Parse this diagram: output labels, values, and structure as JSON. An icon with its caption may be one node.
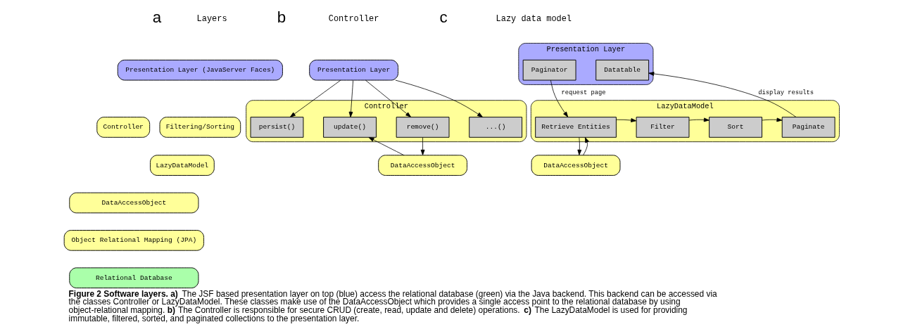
{
  "diagram": {
    "caption": "**Figure 2 Software layers.** **a)** The JSF based presentation layer on top (blue) access the relational database (green) via the Java backend. This backend can be accessed via the classes Controller or LazyDataModel. These classes make use of the DataAccessObject which provides a single access point to the relational database by using object-relational mapping. **b)** The Controller is responsible for secure CRUD (create, read, update and delete) operations. **c)** The LazyDataModel is used for providing immutable, filtered, sorted, and paginated collections to the presentation layer.",
    "nodes": [
      {
        "text": [
          "Presentation Layer (JavaServer Faces)"
        ]
      },
      {
        "text": [
          "Controller"
        ]
      },
      {
        "text": [
          "Filtering/Sorting"
        ]
      },
      {
        "text": [
          "LazyDataModel"
        ]
      },
      {
        "text": [
          "DataAccessObject"
        ]
      },
      {
        "text": [
          "Object Relational Mapping (JPA)"
        ]
      },
      {
        "text": [
          "Relational Database"
        ]
      },
      {
        "text": [
          "Presentation Layer"
        ]
      },
      {
        "text": [
          "Controller"
        ]
      },
      {
        "text": [
          "persist()"
        ],
        "in": 8
      },
      {
        "text": [
          "update()"
        ],
        "in": 8
      },
      {
        "text": [
          "remove()"
        ],
        "in": 8
      },
      {
        "text": [
          "...()"
        ],
        "in": 8
      },
      {
        "text": [
          "DataAccessObject"
        ]
      },
      {
        "text": [
          "Presentation Layer"
        ]
      },
      {
        "text": [
          "Paginator"
        ],
        "in": 14
      },
      {
        "text": [
          "Datatable"
        ],
        "in": 14
      },
      {
        "text": [
          "LazyDataModel"
        ]
      },
      {
        "text": [
          "Retrieve Entities"
        ],
        "in": 17
      },
      {
        "text": [
          "Filter"
        ],
        "in": 17
      },
      {
        "text": [
          "Sort"
        ],
        "in": 17
      },
      {
        "text": [
          "Paginate"
        ],
        "in": 17
      },
      {
        "text": [
          "DataAccessObject"
        ]
      }
    ],
    "edges": [
      {
        "from": 7,
        "to": 9,
        "arrow": "to"
      },
      {
        "from": 7,
        "to": 10,
        "arrow": "to"
      },
      {
        "from": 7,
        "to": 11,
        "arrow": "to"
      },
      {
        "from": 7,
        "to": 12,
        "arrow": "to"
      },
      {
        "from": 13,
        "to": 10,
        "arrow": "to"
      },
      {
        "from": 11,
        "to": 13,
        "arrow": "to"
      },
      {
        "from": 15,
        "to": 18,
        "arrow": "to",
        "label": "request page"
      },
      {
        "from": 18,
        "to": 19,
        "arrow": "to"
      },
      {
        "from": 19,
        "to": 20,
        "arrow": "to"
      },
      {
        "from": 20,
        "to": 21,
        "arrow": "to"
      },
      {
        "from": 21,
        "to": 16,
        "arrow": "to",
        "label": "display results"
      },
      {
        "from": 22,
        "to": 18,
        "arrow": "to"
      },
      {
        "from": 18,
        "to": 22,
        "arrow": "to"
      }
    ],
    "labels": [
      "a",
      "Layers",
      "b",
      "Controller",
      "c",
      "Lazy data model"
    ]
  }
}
